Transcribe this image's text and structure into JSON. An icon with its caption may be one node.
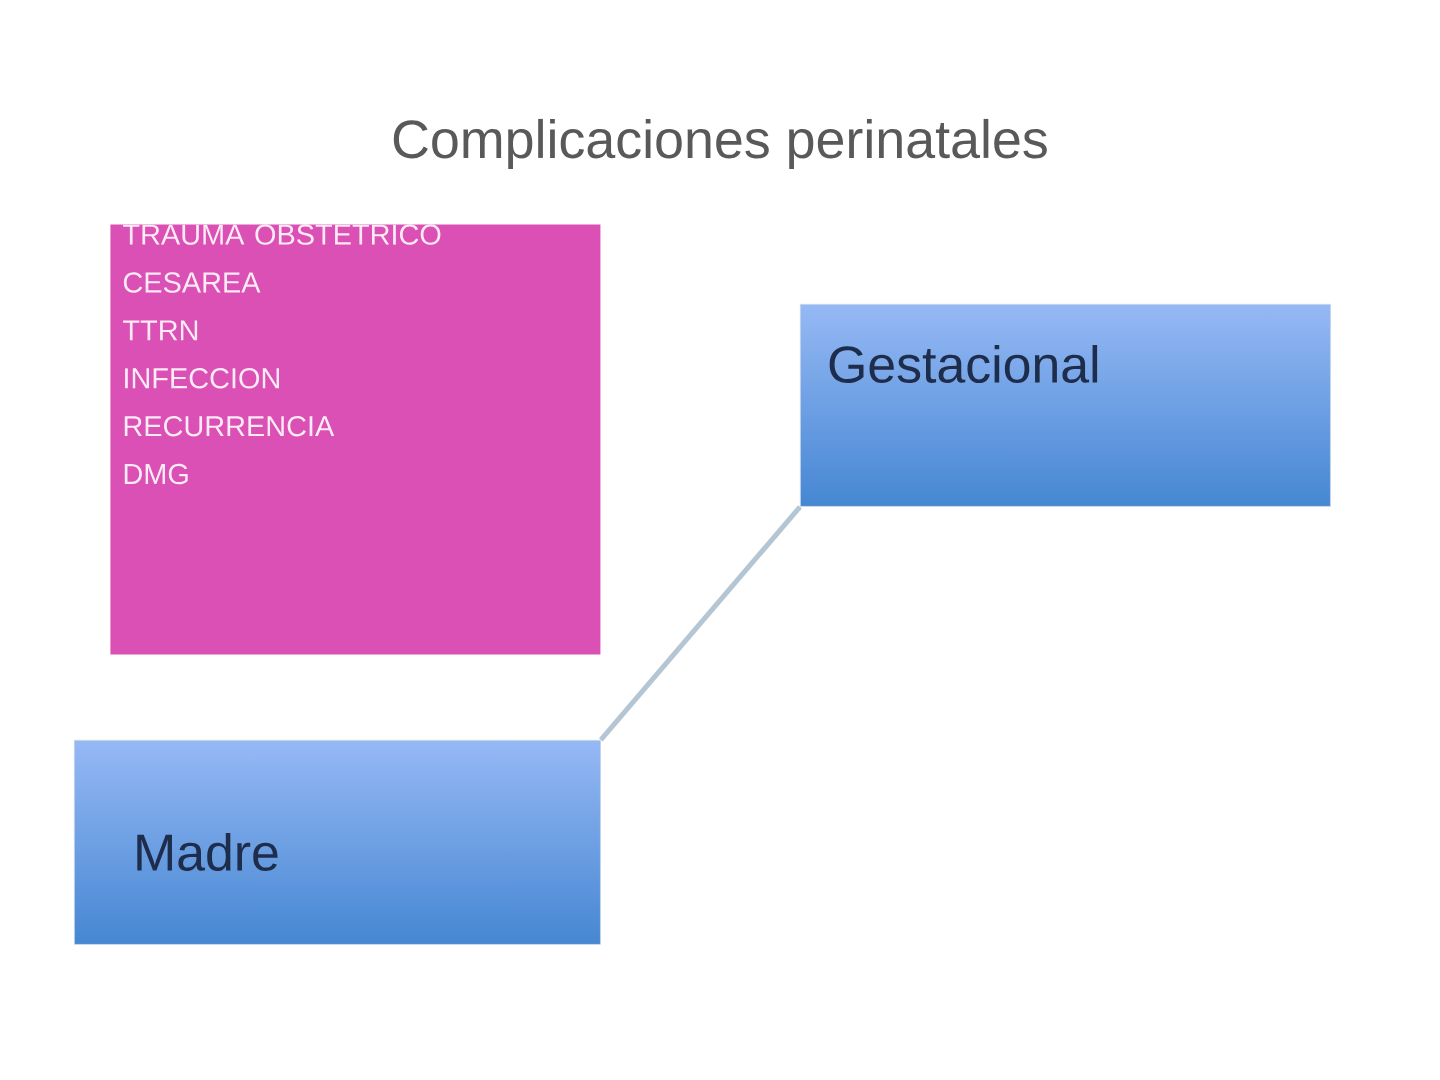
{
  "diagram": {
    "title": "Complicaciones perinatales",
    "nodes": [
      {
        "text": [
          "TRAUMA OBSTETRICO",
          "CESAREA",
          "TTRN",
          "INFECCION",
          "RECURRENCIA",
          "DMG"
        ]
      },
      {
        "text": [
          "Gestacional"
        ]
      },
      {
        "text": [
          "Madre"
        ]
      }
    ],
    "edges": [
      {
        "from": 2,
        "to": 1,
        "arrow": "none"
      }
    ]
  }
}
